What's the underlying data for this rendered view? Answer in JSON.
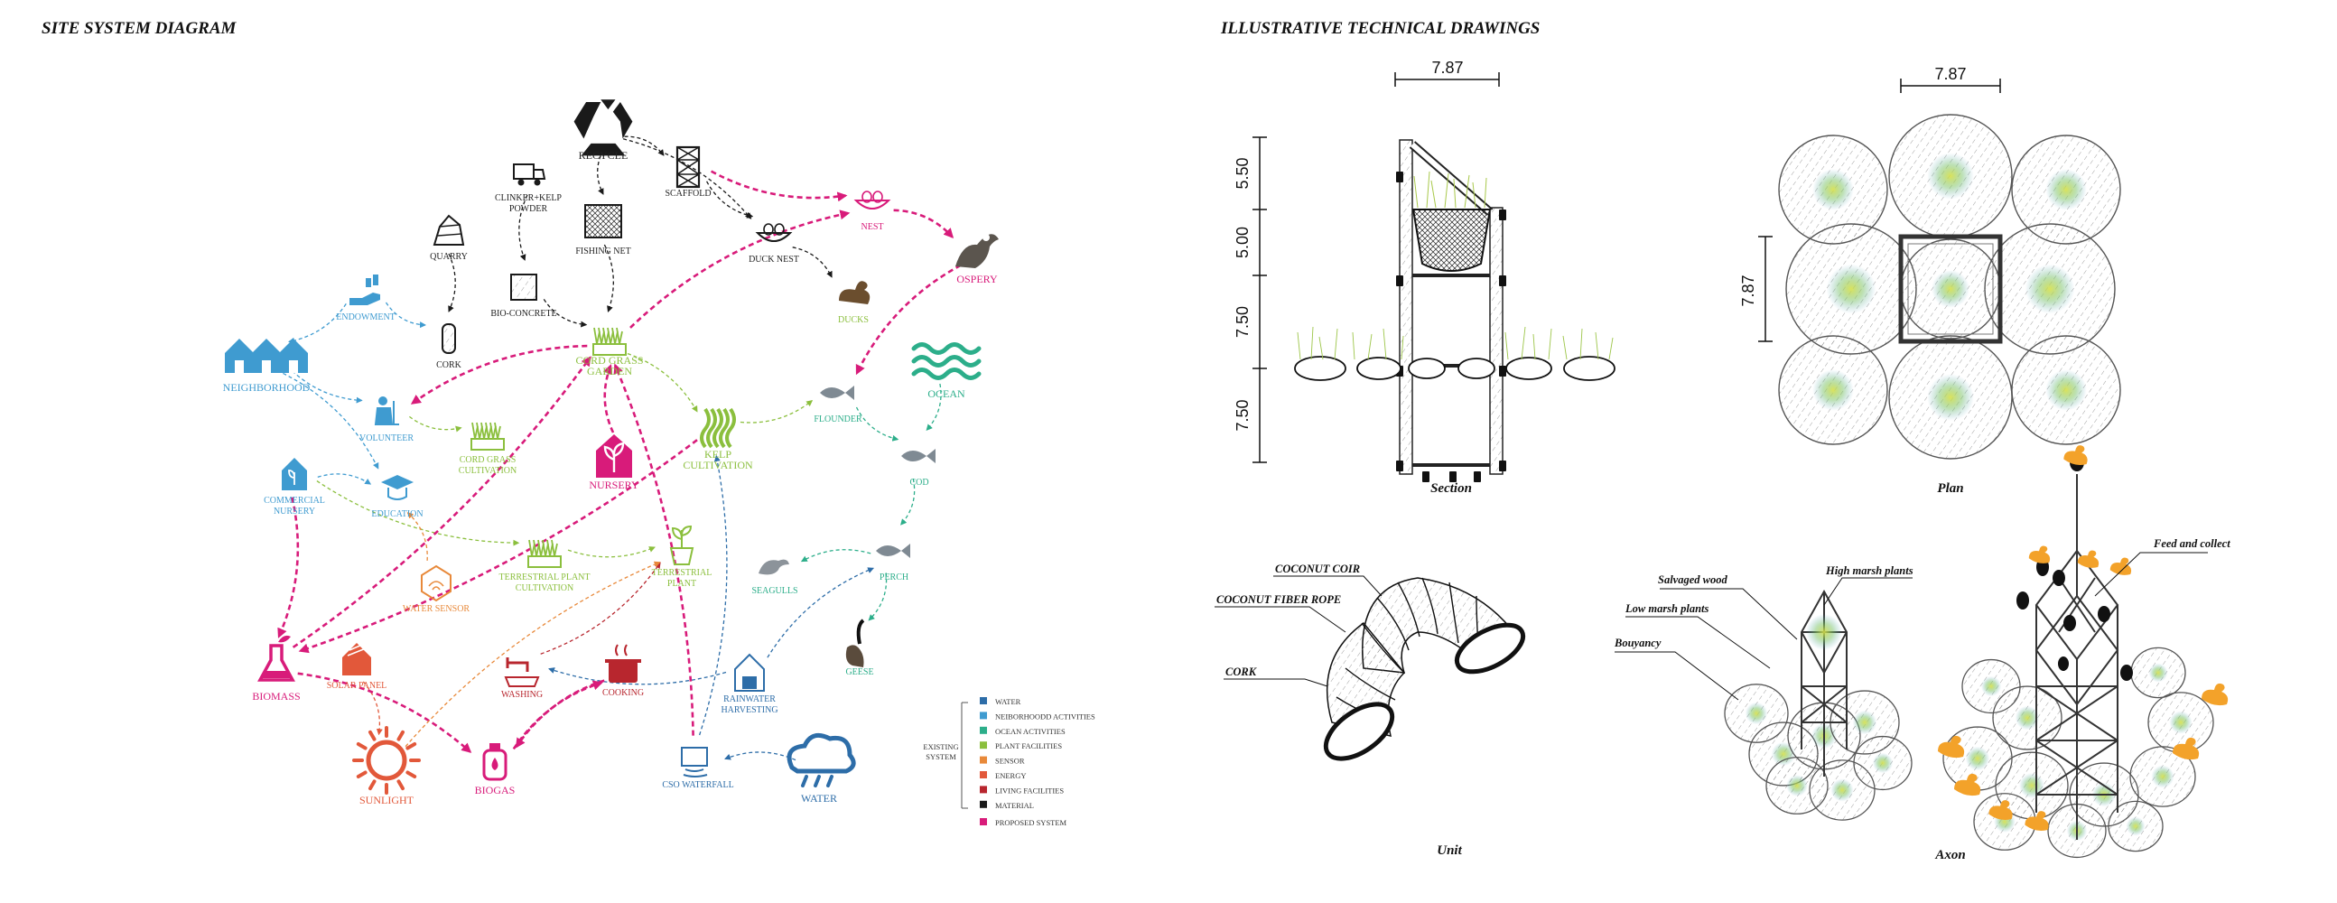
{
  "titles": {
    "left": "SITE SYSTEM DIAGRAM",
    "right": "ILLUSTRATIVE TECHNICAL DRAWINGS"
  },
  "colors": {
    "water": "#2d6da8",
    "neighborhood": "#3f9bd0",
    "ocean": "#2cae8a",
    "plant": "#8bbf3d",
    "sensor": "#e8893a",
    "energy": "#e2583a",
    "living": "#b8262e",
    "material": "#1a1a1a",
    "proposed": "#d81b7a",
    "bird": "#f3a22a"
  },
  "nodes": [
    {
      "id": "recycle",
      "label": "RECYCLE",
      "icon": "recycle-icon",
      "cat": "material"
    },
    {
      "id": "scaffold",
      "label": "SCAFFOLD",
      "icon": "scaffold-icon",
      "cat": "material"
    },
    {
      "id": "clinker",
      "label": "CLINKER+KELP POWDER",
      "icon": "truck-icon",
      "cat": "material"
    },
    {
      "id": "fishingnet",
      "label": "FISHING NET",
      "icon": "net-icon",
      "cat": "material"
    },
    {
      "id": "ducknest",
      "label": "DUCK NEST",
      "icon": "nest-icon",
      "cat": "material"
    },
    {
      "id": "quarry",
      "label": "QUARRY",
      "icon": "quarry-icon",
      "cat": "material"
    },
    {
      "id": "bioconcrete",
      "label": "BIO-CONCRETE",
      "icon": "concrete-icon",
      "cat": "material"
    },
    {
      "id": "cork",
      "label": "CORK",
      "icon": "cork-icon",
      "cat": "material"
    },
    {
      "id": "nest",
      "label": "NEST",
      "icon": "nest-icon",
      "cat": "proposed"
    },
    {
      "id": "ospery",
      "label": "OSPERY",
      "icon": "osprey-icon",
      "cat": "proposed"
    },
    {
      "id": "ducks",
      "label": "DUCKS",
      "icon": "duck-icon",
      "cat": "plant"
    },
    {
      "id": "endowment",
      "label": "ENDOWMENT",
      "icon": "hand-icon",
      "cat": "neighborhood"
    },
    {
      "id": "neighborhood",
      "label": "NEIGHBORHOOD",
      "icon": "houses-icon",
      "cat": "neighborhood"
    },
    {
      "id": "cordgrassgarden",
      "label": "CORD GRASS GARDEN",
      "icon": "grass-icon",
      "cat": "plant"
    },
    {
      "id": "ocean",
      "label": "OCEAN",
      "icon": "waves-icon",
      "cat": "ocean"
    },
    {
      "id": "flounder",
      "label": "FLOUNDER",
      "icon": "fish-icon",
      "cat": "ocean"
    },
    {
      "id": "volunteer",
      "label": "VOLUNTEER",
      "icon": "volunteer-icon",
      "cat": "neighborhood"
    },
    {
      "id": "cordgrasscultivation",
      "label": "CORD GRASS CULTIVATION",
      "icon": "planter-icon",
      "cat": "plant"
    },
    {
      "id": "nursery",
      "label": "NURSERY",
      "icon": "nursery-icon",
      "cat": "proposed"
    },
    {
      "id": "kelpcultivation",
      "label": "KELP CULTIVATION",
      "icon": "kelp-icon",
      "cat": "plant"
    },
    {
      "id": "cod",
      "label": "COD",
      "icon": "fish-icon",
      "cat": "ocean"
    },
    {
      "id": "commercialnursery",
      "label": "COMMERCIAL NURSERY",
      "icon": "shop-icon",
      "cat": "neighborhood"
    },
    {
      "id": "education",
      "label": "EDUCATION",
      "icon": "education-icon",
      "cat": "neighborhood"
    },
    {
      "id": "terrestrialcultivation",
      "label": "TERRESTRIAL PLANT CULTIVATION",
      "icon": "planter-icon",
      "cat": "plant"
    },
    {
      "id": "terrestrialplant",
      "label": "TERRESTRIAL PLANT",
      "icon": "pot-icon",
      "cat": "plant"
    },
    {
      "id": "perch",
      "label": "PERCH",
      "icon": "fish-icon",
      "cat": "ocean"
    },
    {
      "id": "seagulls",
      "label": "SEAGULLS",
      "icon": "gull-icon",
      "cat": "ocean"
    },
    {
      "id": "watersensor",
      "label": "WATER SENSOR",
      "icon": "sensor-icon",
      "cat": "sensor"
    },
    {
      "id": "biomass",
      "label": "BIOMASS",
      "icon": "flask-icon",
      "cat": "proposed"
    },
    {
      "id": "solarpanel",
      "label": "SOLAR PANEL",
      "icon": "solar-house-icon",
      "cat": "energy"
    },
    {
      "id": "washing",
      "label": "WASHING",
      "icon": "faucet-icon",
      "cat": "living"
    },
    {
      "id": "cooking",
      "label": "COOKING",
      "icon": "pot-cooking-icon",
      "cat": "living"
    },
    {
      "id": "rainwater",
      "label": "RAINWATER HARVESTING",
      "icon": "rainwater-icon",
      "cat": "water"
    },
    {
      "id": "geese",
      "label": "GEESE",
      "icon": "goose-icon",
      "cat": "ocean"
    },
    {
      "id": "sunlight",
      "label": "SUNLIGHT",
      "icon": "sun-icon",
      "cat": "energy"
    },
    {
      "id": "biogas",
      "label": "BIOGAS",
      "icon": "gas-icon",
      "cat": "proposed"
    },
    {
      "id": "csowaterfall",
      "label": "CSO WATERFALL",
      "icon": "waterfall-icon",
      "cat": "water"
    },
    {
      "id": "water",
      "label": "WATER",
      "icon": "rain-cloud-icon",
      "cat": "water"
    }
  ],
  "links": [
    [
      "recycle",
      "scaffold",
      "material"
    ],
    [
      "recycle",
      "fishingnet",
      "material"
    ],
    [
      "recycle",
      "ducknest",
      "material"
    ],
    [
      "clinker",
      "bioconcrete",
      "material"
    ],
    [
      "quarry",
      "cork",
      "material"
    ],
    [
      "scaffold",
      "ducknest",
      "material"
    ],
    [
      "fishingnet",
      "cordgrassgarden",
      "material"
    ],
    [
      "bioconcrete",
      "cordgrassgarden",
      "material"
    ],
    [
      "ducknest",
      "ducks",
      "material"
    ],
    [
      "endowment",
      "cork",
      "neighborhood"
    ],
    [
      "endowment",
      "neighborhood",
      "neighborhood"
    ],
    [
      "neighborhood",
      "volunteer",
      "neighborhood"
    ],
    [
      "neighborhood",
      "education",
      "neighborhood"
    ],
    [
      "volunteer",
      "cordgrasscultivation",
      "plant"
    ],
    [
      "commercialnursery",
      "education",
      "neighborhood"
    ],
    [
      "commercialnursery",
      "terrestrialcultivation",
      "plant"
    ],
    [
      "commercialnursery",
      "biomass",
      "proposed"
    ],
    [
      "terrestrialcultivation",
      "terrestrialplant",
      "plant"
    ],
    [
      "cordgrassgarden",
      "kelpcultivation",
      "plant"
    ],
    [
      "kelpcultivation",
      "flounder",
      "plant"
    ],
    [
      "ocean",
      "cod",
      "ocean"
    ],
    [
      "flounder",
      "cod",
      "ocean"
    ],
    [
      "cod",
      "perch",
      "ocean"
    ],
    [
      "perch",
      "seagulls",
      "ocean"
    ],
    [
      "perch",
      "geese",
      "ocean"
    ],
    [
      "watersensor",
      "education",
      "sensor"
    ],
    [
      "solarpanel",
      "sunlight",
      "energy"
    ],
    [
      "washing",
      "terrestrialplant",
      "living"
    ],
    [
      "rainwater",
      "washing",
      "water"
    ],
    [
      "water",
      "csowaterfall",
      "water"
    ],
    [
      "rainwater",
      "perch",
      "water"
    ],
    [
      "csowaterfall",
      "kelpcultivation",
      "water"
    ],
    [
      "biomass",
      "biogas",
      "proposed"
    ],
    [
      "cooking",
      "biogas",
      "proposed"
    ],
    [
      "sunlight",
      "terrestrialplant",
      "sensor"
    ],
    [
      "cordgrassgarden",
      "volunteer",
      "proposed"
    ],
    [
      "cordgrassgarden",
      "nest",
      "proposed"
    ],
    [
      "scaffold",
      "nest",
      "proposed"
    ],
    [
      "nest",
      "ospery",
      "proposed"
    ],
    [
      "ospery",
      "flounder",
      "proposed"
    ],
    [
      "nursery",
      "cordgrassgarden",
      "proposed"
    ],
    [
      "biomass",
      "cordgrassgarden",
      "proposed"
    ],
    [
      "kelpcultivation",
      "biomass",
      "proposed"
    ],
    [
      "csowaterfall",
      "cordgrassgarden",
      "proposed"
    ],
    [
      "biogas",
      "cooking",
      "proposed"
    ]
  ],
  "legend": {
    "group_label": "EXISTING SYSTEM",
    "items": [
      {
        "label": "WATER",
        "cat": "water"
      },
      {
        "label": "NEIBORHOODD ACTIVITIES",
        "cat": "neighborhood"
      },
      {
        "label": "OCEAN ACTIVITIES",
        "cat": "ocean"
      },
      {
        "label": "PLANT FACILITIES",
        "cat": "plant"
      },
      {
        "label": "SENSOR",
        "cat": "sensor"
      },
      {
        "label": "ENERGY",
        "cat": "energy"
      },
      {
        "label": "LIVING FACILITIES",
        "cat": "living"
      },
      {
        "label": "MATERIAL",
        "cat": "material"
      }
    ],
    "proposed": {
      "label": "PROPOSED SYSTEM",
      "cat": "proposed"
    }
  },
  "drawings": {
    "section": {
      "caption": "Section",
      "top_dim": "7.87",
      "side_dims": [
        "5.50",
        "5.00",
        "7.50",
        "7.50"
      ]
    },
    "plan": {
      "caption": "Plan",
      "top_dim": "7.87",
      "side_dim": "7.87"
    },
    "unit": {
      "caption": "Unit",
      "annotations": [
        "COCONUT COIR",
        "COCONUT FIBER ROPE",
        "CORK"
      ]
    },
    "axon": {
      "caption": "Axon",
      "annotations": [
        "Salvaged wood",
        "High marsh plants",
        "Low marsh plants",
        "Bouyancy",
        "Feed and collect"
      ]
    }
  }
}
